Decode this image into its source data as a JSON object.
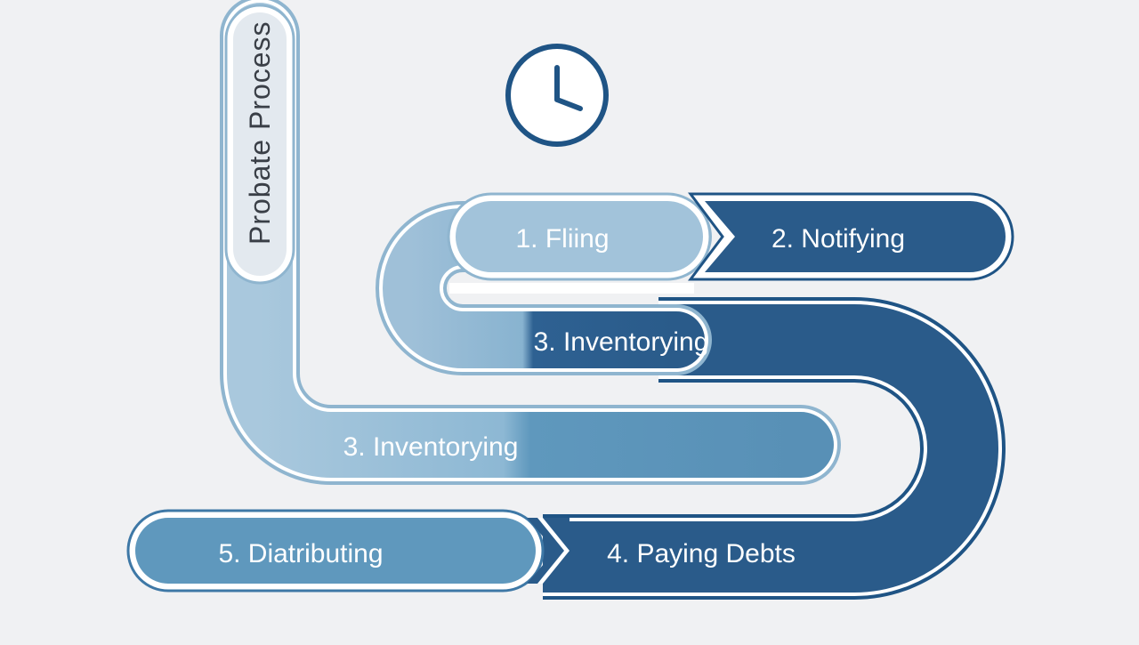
{
  "diagram": {
    "title": "Probate Process",
    "icon": "clock-icon",
    "colors": {
      "background": "#f0f1f3",
      "outline": "#1f5485",
      "light": "#a7c6dc",
      "medium": "#5f98bd",
      "dark": "#2a5b8a",
      "title_text": "#3a3f47"
    },
    "steps": [
      {
        "label": "1. Fliing"
      },
      {
        "label": "2. Notifying"
      },
      {
        "label": "3. Inventorying"
      },
      {
        "label": "3. Inventorying"
      },
      {
        "label": "4. Paying Debts"
      },
      {
        "label": "5. Diatributing"
      }
    ]
  }
}
